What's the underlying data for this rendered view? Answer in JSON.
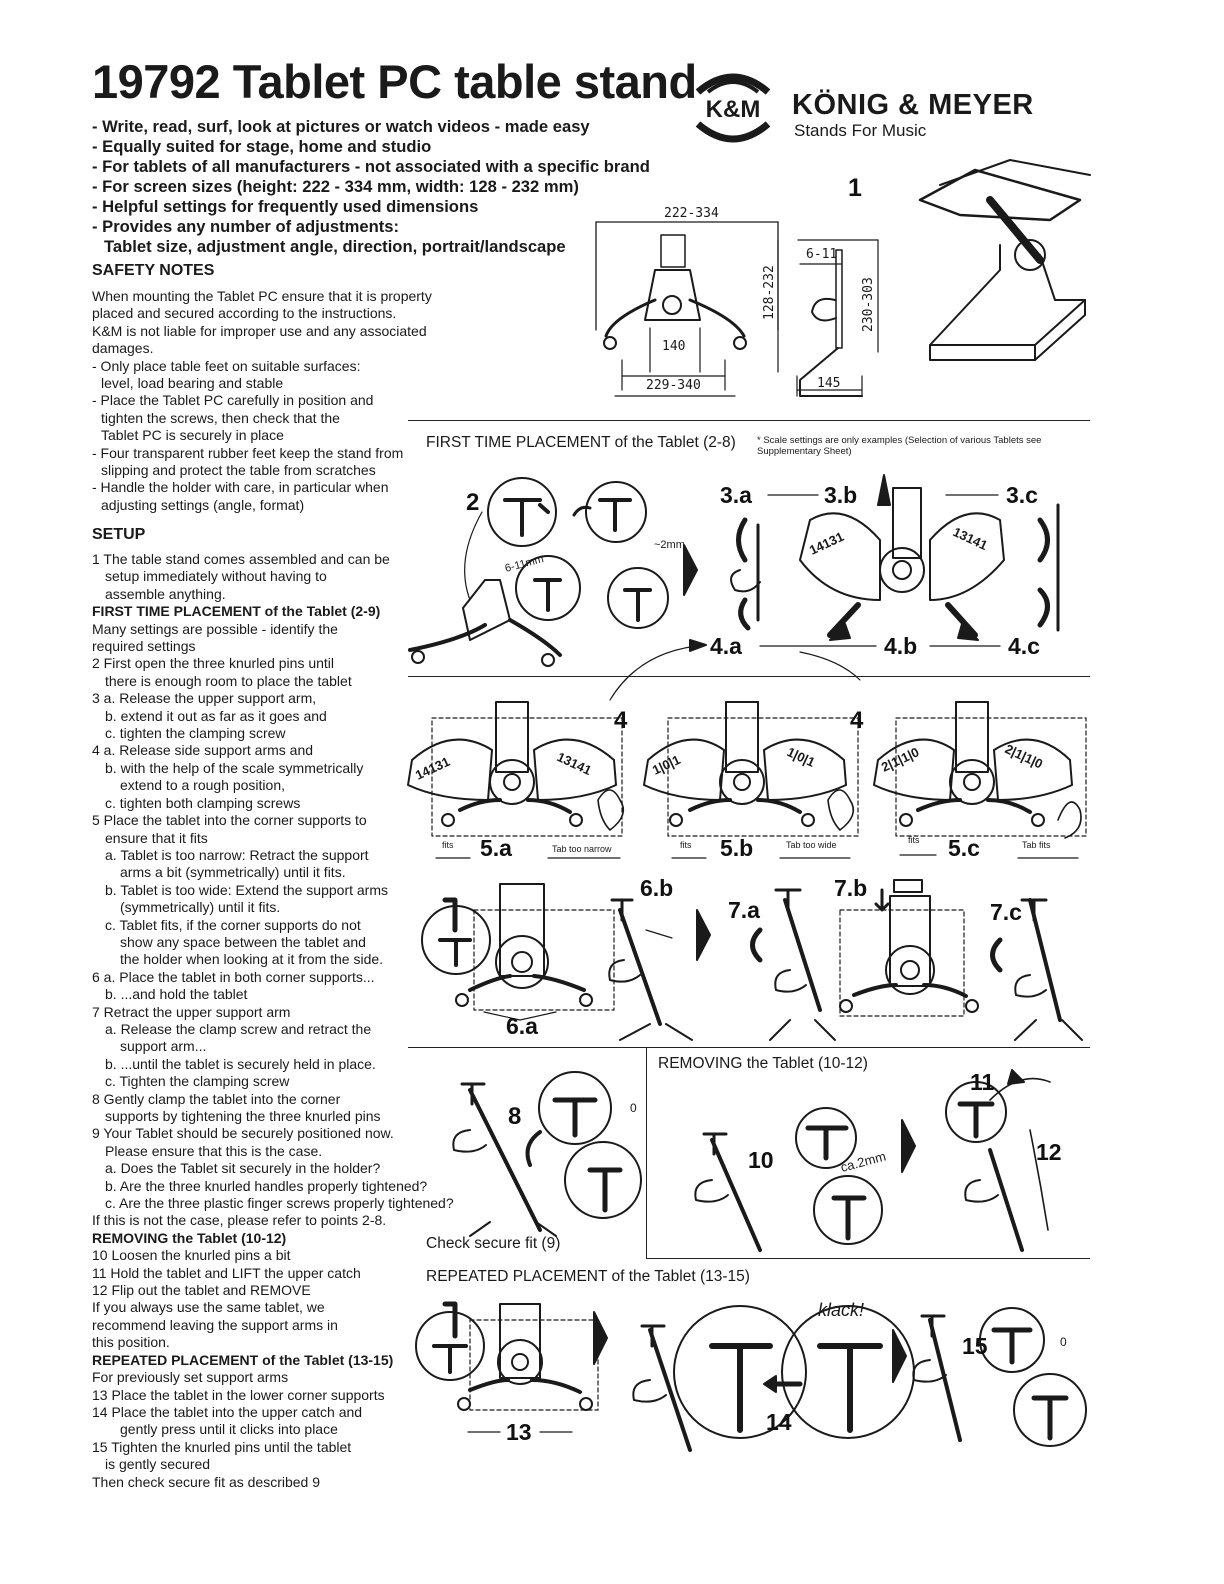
{
  "title": "19792 Tablet PC table stand",
  "logo": {
    "mark": "K&M",
    "brand": "KÖNIG & MEYER",
    "tagline": "Stands For Music"
  },
  "features": [
    "- Write, read, surf, look at pictures or watch videos - made easy",
    "- Equally suited for stage, home and studio",
    "- For tablets of all manufacturers - not associated with a specific brand",
    "- For screen sizes (height: 222 - 334 mm, width: 128 - 232 mm)",
    "- Helpful settings for frequently used dimensions",
    "- Provides any number of adjustments:",
    "Tablet size, adjustment angle, direction, portrait/landscape"
  ],
  "safety": {
    "heading": "SAFETY NOTES",
    "lines": [
      "When mounting the Tablet PC ensure that it is property",
      "placed and secured according to the instructions.",
      "K&M is not liable for improper use and any associated",
      "damages.",
      "- Only place table feet on suitable surfaces:",
      "level, load bearing and stable",
      "- Place the Tablet PC carefully in position and",
      "tighten the screws, then check that the",
      "Tablet PC is securely in place",
      "- Four transparent rubber feet keep the stand from",
      "slipping and protect the table from scratches",
      "- Handle the holder with care, in particular when",
      "adjusting settings (angle, format)"
    ]
  },
  "setup": {
    "heading": "SETUP",
    "lines": [
      "1 The table stand comes assembled and can be",
      "setup immediately without having to",
      "assemble anything.",
      "FIRST TIME PLACEMENT of the Tablet (2-9)",
      "Many settings are possible - identify the",
      "required settings",
      "2 First open the three knurled pins until",
      "there is enough room to place the tablet",
      "3 a. Release the upper support arm,",
      "b. extend it out as far as it goes and",
      "c. tighten the clamping screw",
      "4 a. Release side support arms and",
      "b. with the help of the scale symmetrically",
      "extend to a rough position,",
      "c. tighten both clamping screws",
      "5 Place the tablet into the corner supports to",
      "ensure that it fits",
      "a. Tablet is too narrow: Retract the support",
      "arms a bit (symmetrically) until it fits.",
      "b. Tablet is too wide: Extend the support arms",
      "(symmetrically) until it fits.",
      "c. Tablet fits, if the corner supports do not",
      "show any space between the tablet and",
      "the holder when looking at it from the side.",
      "6 a. Place the tablet in both corner supports...",
      "b. ...and hold the tablet",
      "7 Retract the upper support arm",
      "a. Release the clamp screw and retract the",
      "support arm...",
      "b. ...until the tablet is securely held in place.",
      "c. Tighten the clamping screw",
      "8 Gently clamp the tablet into the corner",
      "supports by tightening the three knurled pins",
      "9 Your Tablet should be securely positioned now.",
      "Please ensure that this is the case.",
      "a. Does the Tablet sit securely in the holder?",
      "b. Are the three knurled handles properly tightened?",
      "c. Are the three plastic finger screws properly tightened?",
      "If this is not the case, please refer to points 2-8.",
      "REMOVING the Tablet (10-12)",
      "10 Loosen the knurled pins a bit",
      "11 Hold the tablet and LIFT the upper catch",
      "12 Flip out the tablet and REMOVE",
      "If you always use the same tablet, we",
      "recommend leaving the support arms in",
      "this position.",
      "REPEATED PLACEMENT of the Tablet (13-15)",
      "For previously set support arms",
      "13 Place the tablet in the lower corner supports",
      "14 Place the tablet into the upper catch and",
      "gently press until it clicks into place",
      "15 Tighten the knurled pins until the tablet",
      "is gently secured",
      "Then check secure fit as described 9"
    ]
  },
  "figures": {
    "dims": {
      "top": "222-334",
      "height": "128-232",
      "inner": "140",
      "bottom": "229-340",
      "depth": "6-11",
      "stand_h": "230-303",
      "base": "145",
      "step": "1"
    },
    "first_time_caption": "FIRST TIME PLACEMENT of the Tablet (2-8)",
    "scale_note": "* Scale settings are only examples (Selection of various Tablets see Supplementary Sheet)",
    "step2": {
      "label": "2",
      "gap1": "6-11mm",
      "gap2": "~2mm"
    },
    "step3": {
      "a": "3.a",
      "b": "3.b",
      "c": "3.c",
      "scale_l": "14131",
      "scale_r": "13141"
    },
    "step4": {
      "a": "4.a",
      "b": "4.b",
      "c": "4.c",
      "ref": "4"
    },
    "step5": {
      "a": "5.a",
      "b": "5.b",
      "c": "5.c",
      "fits": "fits",
      "narrow": "Tab too narrow",
      "wide": "Tab too wide",
      "tabfits": "Tab fits",
      "scale_b": "1|0|1",
      "scale_c": "2|1|1|0"
    },
    "step6": {
      "a": "6.a",
      "b": "6.b"
    },
    "step7": {
      "a": "7.a",
      "b": "7.b",
      "c": "7.c"
    },
    "removing_caption": "REMOVING the Tablet (10-12)",
    "step8": {
      "label": "8",
      "zero": "0"
    },
    "check_caption": "Check secure fit (9)",
    "step10": {
      "label": "10",
      "gap": "ca.2mm"
    },
    "step11": "11",
    "step12": "12",
    "repeated_caption": "REPEATED PLACEMENT of the Tablet (13-15)",
    "step13": "13",
    "step14": {
      "label": "14",
      "sound": "klack!"
    },
    "step15": {
      "label": "15",
      "zero": "0"
    }
  }
}
